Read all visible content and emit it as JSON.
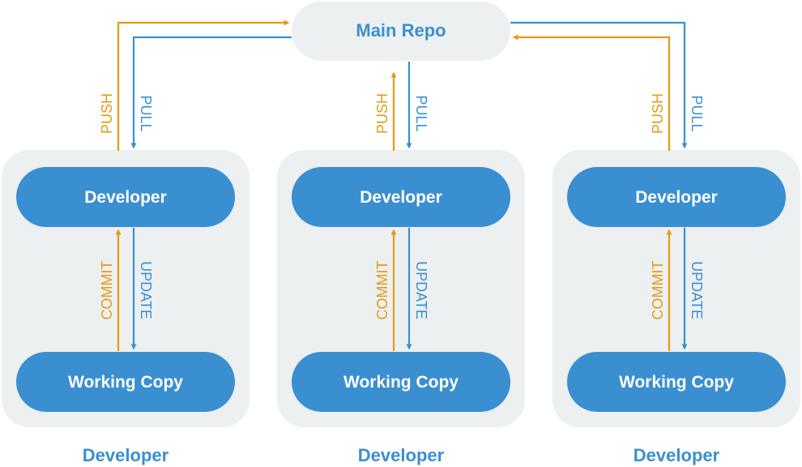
{
  "main_repo": {
    "label": "Main Repo"
  },
  "columns": [
    {
      "developer_label": "Developer",
      "working_copy_label": "Working Copy",
      "group_label": "Developer",
      "push_label": "PUSH",
      "pull_label": "PULL",
      "commit_label": "COMMIT",
      "update_label": "UPDATE"
    },
    {
      "developer_label": "Developer",
      "working_copy_label": "Working Copy",
      "group_label": "Developer",
      "push_label": "PUSH",
      "pull_label": "PULL",
      "commit_label": "COMMIT",
      "update_label": "UPDATE"
    },
    {
      "developer_label": "Developer",
      "working_copy_label": "Working Copy",
      "group_label": "Developer",
      "push_label": "PUSH",
      "pull_label": "PULL",
      "commit_label": "COMMIT",
      "update_label": "UPDATE"
    }
  ],
  "colors": {
    "node_fill": "#3a8fd1",
    "node_text": "#ffffff",
    "panel_fill": "#edf0f1",
    "main_repo_text": "#3a8fd1",
    "group_label_text": "#3a8fd1",
    "push_commit": "#e39b13",
    "pull_update": "#3a8fd1"
  }
}
